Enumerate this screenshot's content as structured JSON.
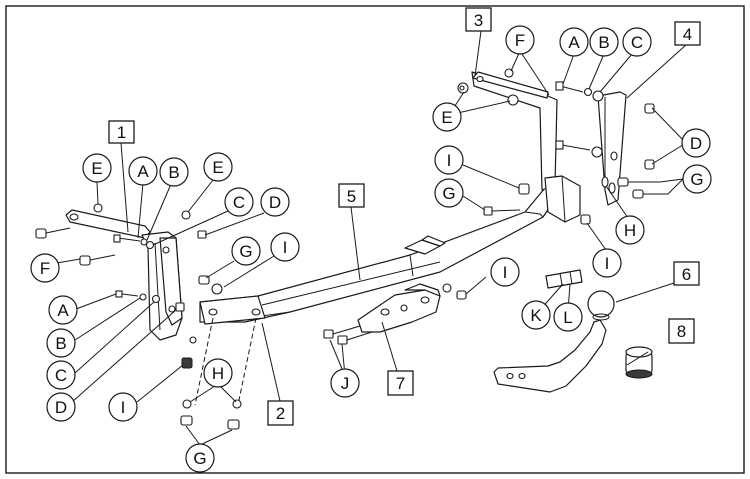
{
  "diagram": {
    "frame_color": "#1a1a1a",
    "part_numbers": {
      "p1": "1",
      "p2": "2",
      "p3": "3",
      "p4": "4",
      "p5": "5",
      "p6": "6",
      "p7": "7",
      "p8": "8"
    },
    "letter_labels": {
      "E1": "E",
      "A1": "A",
      "B1": "B",
      "E2": "E",
      "C1": "C",
      "D1": "D",
      "F1": "F",
      "G1": "G",
      "I1": "I",
      "A2": "A",
      "B2": "B",
      "C2": "C",
      "D2": "D",
      "I2": "I",
      "H1": "H",
      "G2": "G",
      "F2": "F",
      "A3": "A",
      "B3": "B",
      "C3": "C",
      "E3": "E",
      "D3": "D",
      "I3": "I",
      "G3": "G",
      "G4": "G",
      "H2": "H",
      "I4": "I",
      "I5": "I",
      "J1": "J",
      "K1": "K",
      "L1": "L"
    }
  }
}
